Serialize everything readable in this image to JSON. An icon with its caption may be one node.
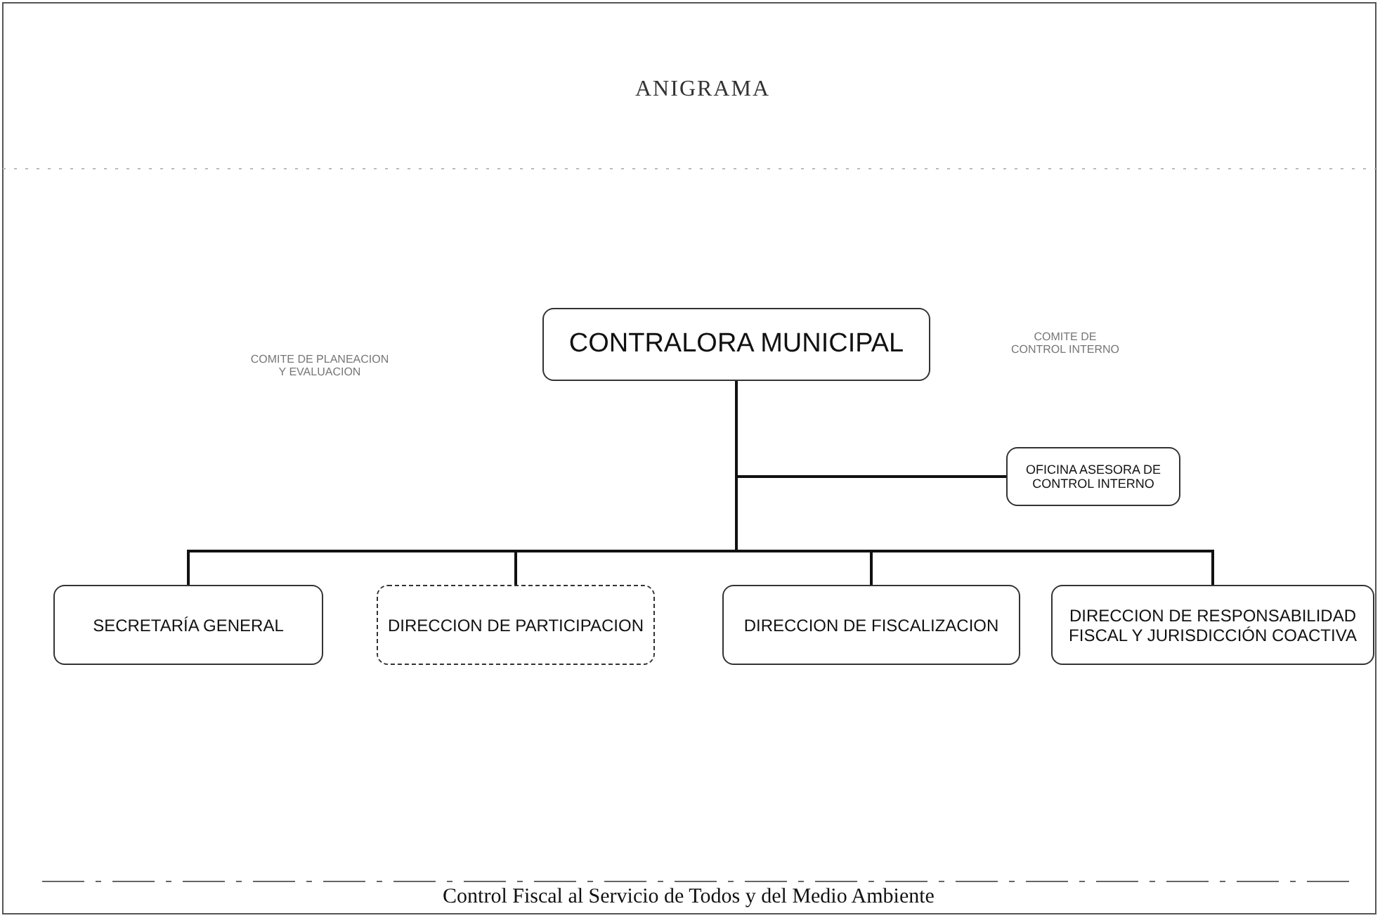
{
  "diagram": {
    "title": "ANIGRAMA",
    "caption": "Control Fiscal al Servicio de Todos y del Medio Ambiente",
    "nodes": [
      {
        "text": [
          "COMITE DE PLANEACION Y EVALUACION"
        ]
      },
      {
        "text": [
          "CONTRALORA MUNICIPAL"
        ]
      },
      {
        "text": [
          "COMITE DE CONTROL INTERNO"
        ]
      },
      {
        "text": [
          "OFICINA ASESORA DE CONTROL INTERNO"
        ]
      },
      {
        "text": [
          "SECRETARÍA GENERAL"
        ]
      },
      {
        "text": [
          "DIRECCION DE PARTICIPACION"
        ]
      },
      {
        "text": [
          "DIRECCION DE FISCALIZACION"
        ]
      },
      {
        "text": [
          "DIRECCION DE RESPONSABILIDAD FISCAL Y JURISDICCIÓN COACTIVA"
        ]
      }
    ],
    "edges": [
      {
        "from": 1,
        "to": 3,
        "arrow": "none"
      },
      {
        "from": 1,
        "to": 4,
        "arrow": "none"
      },
      {
        "from": 1,
        "to": 5,
        "arrow": "none"
      },
      {
        "from": 1,
        "to": 6,
        "arrow": "none"
      },
      {
        "from": 1,
        "to": 7,
        "arrow": "none"
      }
    ]
  }
}
